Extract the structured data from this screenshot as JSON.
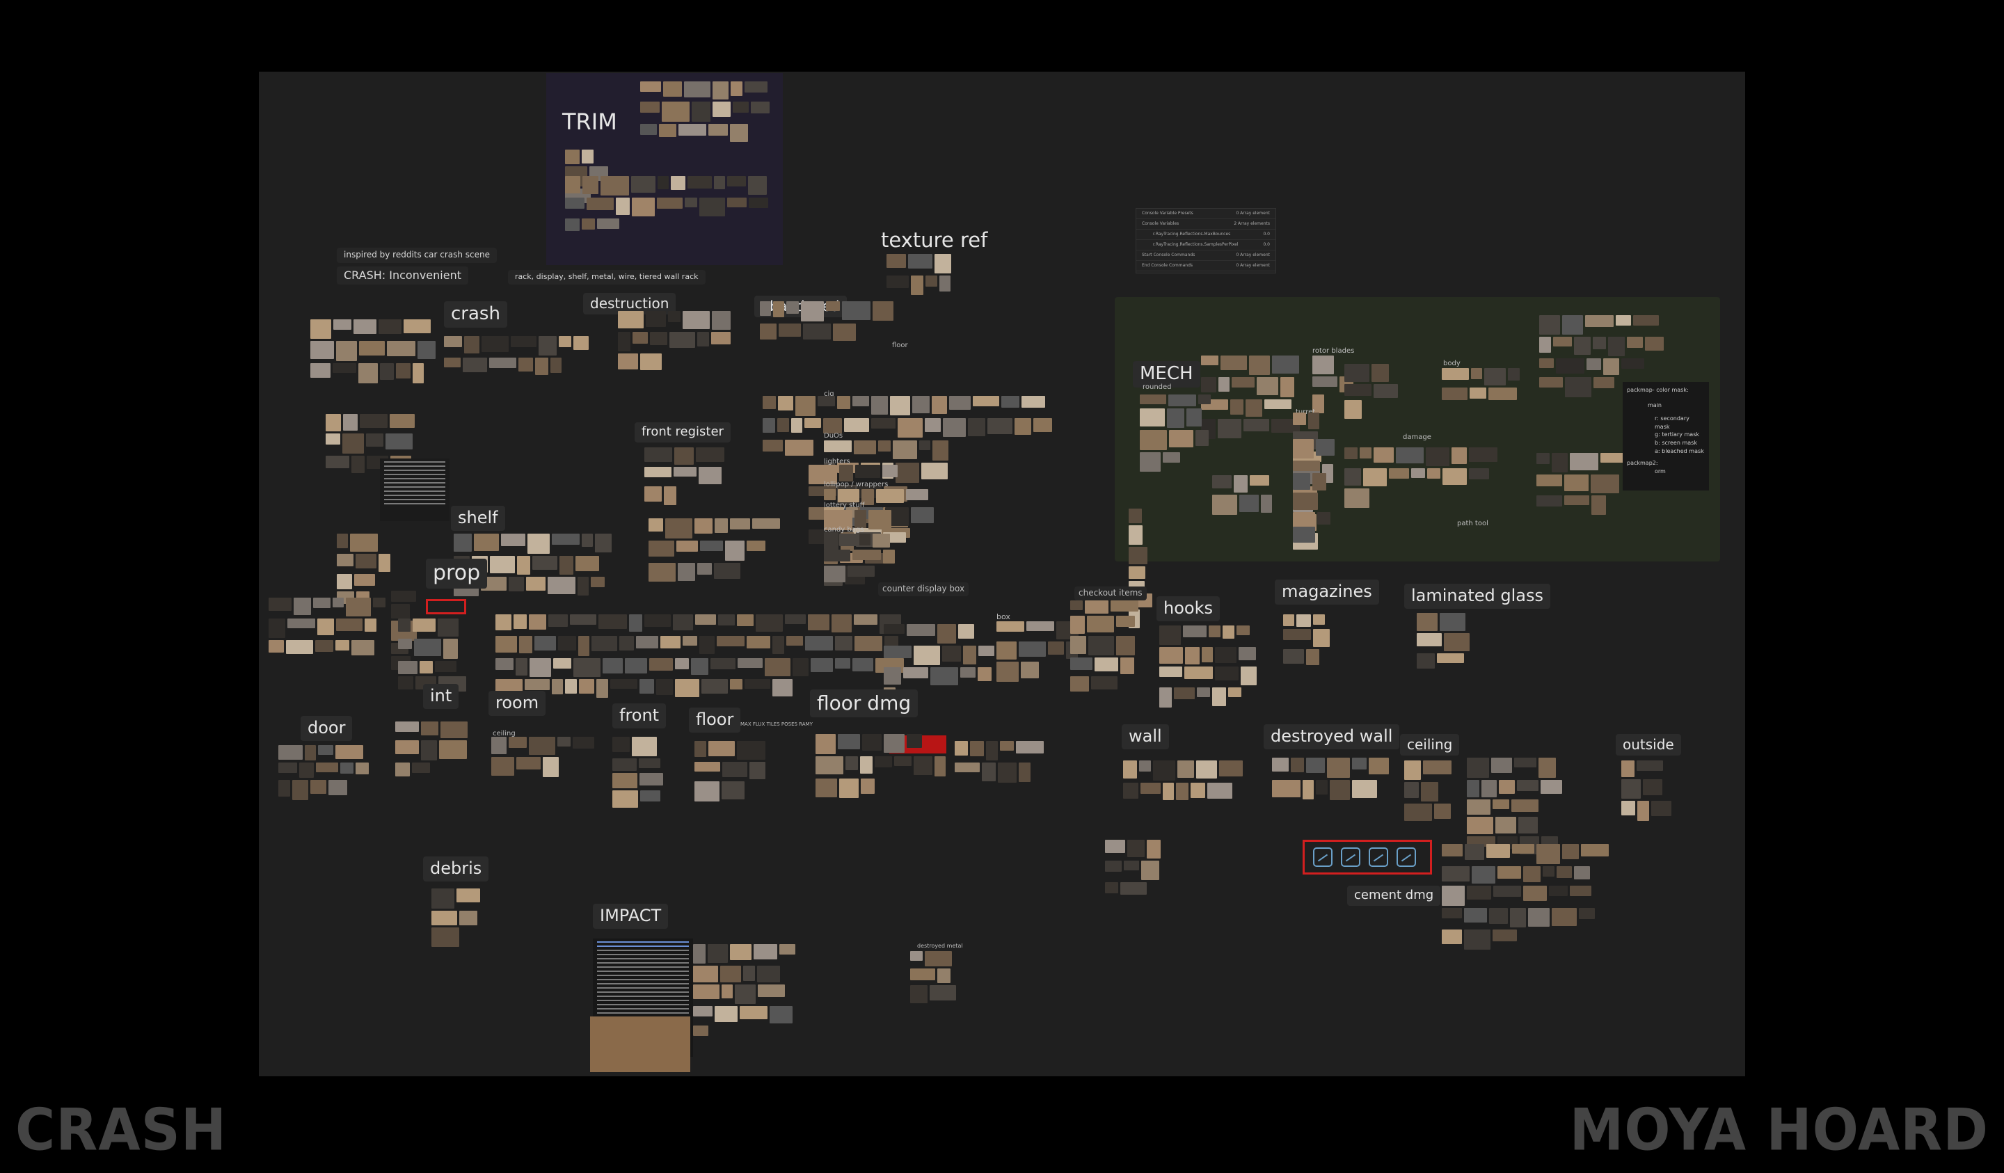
{
  "footer": {
    "left": "CRASH",
    "right": "MOYA HOARD"
  },
  "labels": {
    "trim": "TRIM",
    "texture_ref": "texture ref",
    "inspired": "inspired by reddits car crash scene",
    "crash_title": "CRASH: Inconvenient",
    "rack": "rack, display, shelf, metal, wire, tiered wall rack",
    "crash": "crash",
    "destruction": "destruction",
    "abandoned": "abandoned",
    "floor_small": "floor",
    "cig": "cig",
    "duos": "DuOs",
    "lighters": "lighters",
    "lollipop": "lollipop / wrappers",
    "lottery": "lottery stuff",
    "candy": "candy bags",
    "shelf": "shelf",
    "front_register": "front register",
    "mech": "MECH",
    "rounded": "rounded",
    "rotor": "rotor blades",
    "turret": "turret",
    "body": "body",
    "damage": "damage",
    "path_tool": "path tool",
    "packmap1": "packmap- color mask:",
    "packmap_main": "main",
    "packmap_r": "r: secondary mask",
    "packmap_g": "g: tertiary mask",
    "packmap_b": "b: screen mask",
    "packmap_a": "a: bleached mask",
    "packmap2": "packmap2:",
    "packmap2_val": "orm",
    "prop": "prop",
    "counter_display": "counter display box",
    "checkout": "checkout items",
    "box": "box",
    "hooks": "hooks",
    "magazines": "magazines",
    "laminated": "laminated glass",
    "door": "door",
    "int": "int",
    "room": "room",
    "ceiling_small": "ceiling",
    "front": "front",
    "floor": "floor",
    "floor_note": "MAX FLUX TILES POSES RAMY",
    "floor_dmg": "floor dmg",
    "wall": "wall",
    "destroyed_wall": "destroyed wall",
    "ceiling": "ceiling",
    "outside": "outside",
    "cement_dmg": "cement dmg",
    "debris": "debris",
    "impact": "IMPACT",
    "destroyed_metal": "destroyed metal"
  },
  "console_panel": {
    "rows": [
      "Console Variable Presets",
      "Console Variables",
      "r.RayTracing.Reflections.MaxBounces",
      "r.RayTracing.Reflections.SamplesPerPixel",
      "Start Console Commands",
      "End Console Commands"
    ],
    "values": [
      "0 Array element",
      "2 Array elements",
      "0.0",
      "0.0",
      "0 Array element",
      "0 Array element"
    ]
  },
  "colors": {
    "board": "#1f1f1f",
    "mech_region": "#262c20",
    "trim_region": "#221e2e",
    "accent_red": "#d21f1f",
    "footer_text": "#444444"
  }
}
